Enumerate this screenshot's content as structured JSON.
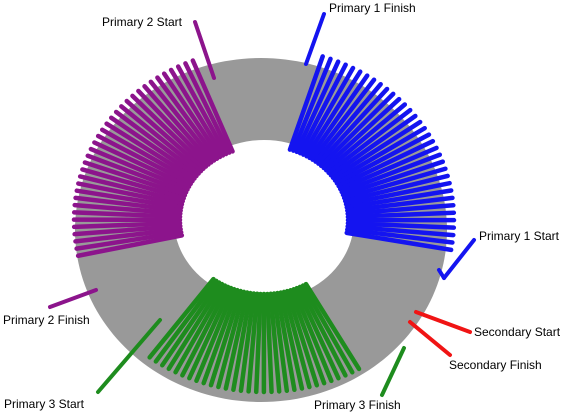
{
  "labels": {
    "primary1_finish": "Primary 1 Finish",
    "primary1_start": "Primary 1 Start",
    "primary2_start": "Primary 2 Start",
    "primary2_finish": "Primary 2 Finish",
    "primary3_start": "Primary 3 Start",
    "primary3_finish": "Primary 3 Finish",
    "secondary_start": "Secondary Start",
    "secondary_finish": "Secondary Finish"
  },
  "colors": {
    "core": "#999999",
    "primary1": "#1414f0",
    "primary2": "#8c148c",
    "primary3": "#1e8c1e",
    "secondary": "#f01414"
  }
}
